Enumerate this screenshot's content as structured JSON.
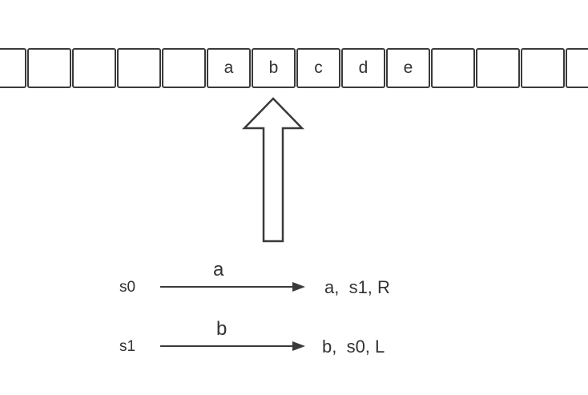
{
  "tape": {
    "cells": [
      "",
      "",
      "",
      "",
      "",
      "a",
      "b",
      "c",
      "d",
      "e",
      "",
      "",
      "",
      ""
    ]
  },
  "head": {
    "position_cell_index": 6
  },
  "rules": [
    {
      "state": "s0",
      "read": "a",
      "write": "a",
      "next_state": "s1",
      "move": "R",
      "action": "a,  s1, R"
    },
    {
      "state": "s1",
      "read": "b",
      "write": "b",
      "next_state": "s0",
      "move": "L",
      "action": "b,  s0, L"
    }
  ],
  "colors": {
    "stroke": "#3a3a3a",
    "text": "#333333",
    "background": "#ffffff"
  }
}
